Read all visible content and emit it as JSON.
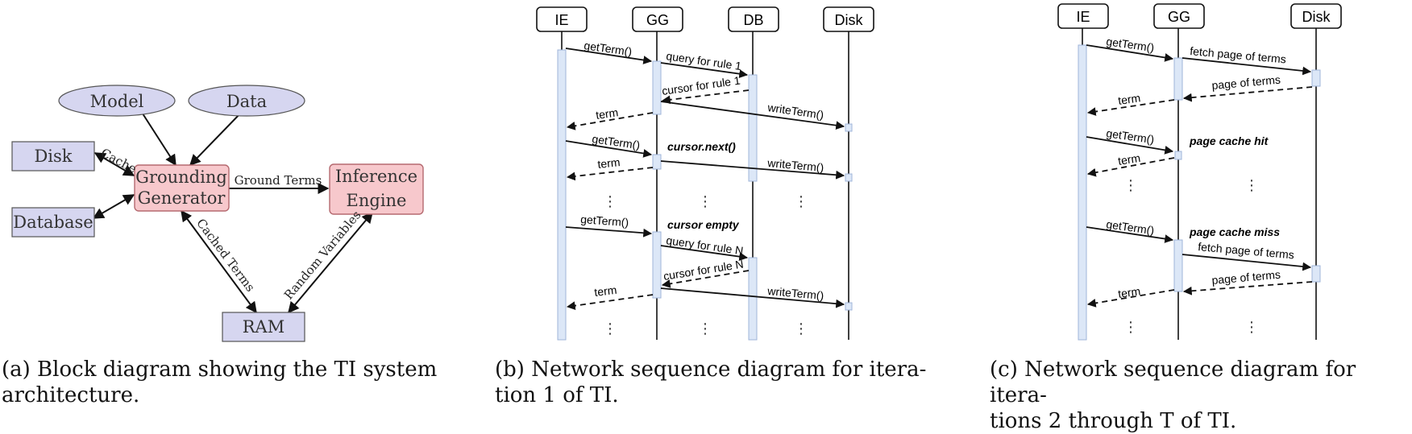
{
  "panel_a": {
    "nodes": {
      "model": "Model",
      "data": "Data",
      "disk": "Disk",
      "database": "Database",
      "grounding_line1": "Grounding",
      "grounding_line2": "Generator",
      "inference_line1": "Inference",
      "inference_line2": "Engine",
      "ram": "RAM"
    },
    "edges": {
      "cache": "Cache",
      "ground_terms": "Ground Terms",
      "cached_terms": "Cached Terms",
      "random_variables": "Random Variables"
    },
    "caption": {
      "label": "(a) Block diagram showing the",
      "ti": "TI",
      "after": "system",
      "line2": "architecture."
    }
  },
  "panel_b": {
    "lifelines": [
      "IE",
      "GG",
      "DB",
      "Disk"
    ],
    "messages": {
      "m1": "getTerm()",
      "m2": "query for rule 1",
      "m3": "cursor for rule 1",
      "m4": "writeTerm()",
      "m5": "term",
      "m6": "getTerm()",
      "m7": "cursor.next()",
      "m8": "term",
      "m9": "writeTerm()",
      "m10": "getTerm()",
      "m11": "cursor empty",
      "m12": "query for rule N",
      "m13": "cursor for rule N",
      "m14": "term",
      "m15": "writeTerm()"
    },
    "caption": {
      "label": "(b) Network sequence diagram for itera-",
      "line2": "tion 1 of",
      "ti": "TI",
      "end": "."
    }
  },
  "panel_c": {
    "lifelines": [
      "IE",
      "GG",
      "Disk"
    ],
    "messages": {
      "m1": "getTerm()",
      "m2": "fetch page of terms",
      "m3": "page of terms",
      "m4": "term",
      "m5": "getTerm()",
      "m6": "page cache hit",
      "m7": "term",
      "m8": "getTerm()",
      "m9": "page cache miss",
      "m10": "fetch page of terms",
      "m11": "page of terms",
      "m12": "term"
    },
    "caption": {
      "label": "(c) Network sequence diagram for itera-",
      "line2": "tions 2 through T of",
      "ti": "TI",
      "end": "."
    }
  },
  "colors": {
    "node_blue": "#d6d6f0",
    "node_pink": "#f7c8cc",
    "node_pink_stroke": "#b56a70",
    "activation": "#dce7f7",
    "activation_stroke": "#9fb4d8",
    "ink": "#111111"
  }
}
